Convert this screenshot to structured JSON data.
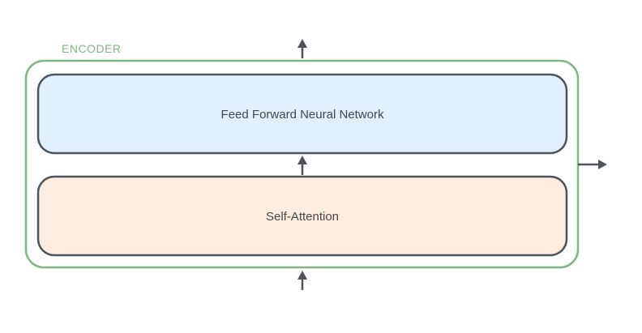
{
  "encoder": {
    "label": "ENCODER",
    "border_color": "#82b585"
  },
  "layers": {
    "feed_forward": {
      "label": "Feed Forward Neural Network",
      "fill_color": "#e1effe"
    },
    "self_attention": {
      "label": "Self-Attention",
      "fill_color": "#fdecdf"
    }
  },
  "colors": {
    "layer_border": "#4f545c",
    "text": "#45484d",
    "arrow": "#4f545c"
  }
}
